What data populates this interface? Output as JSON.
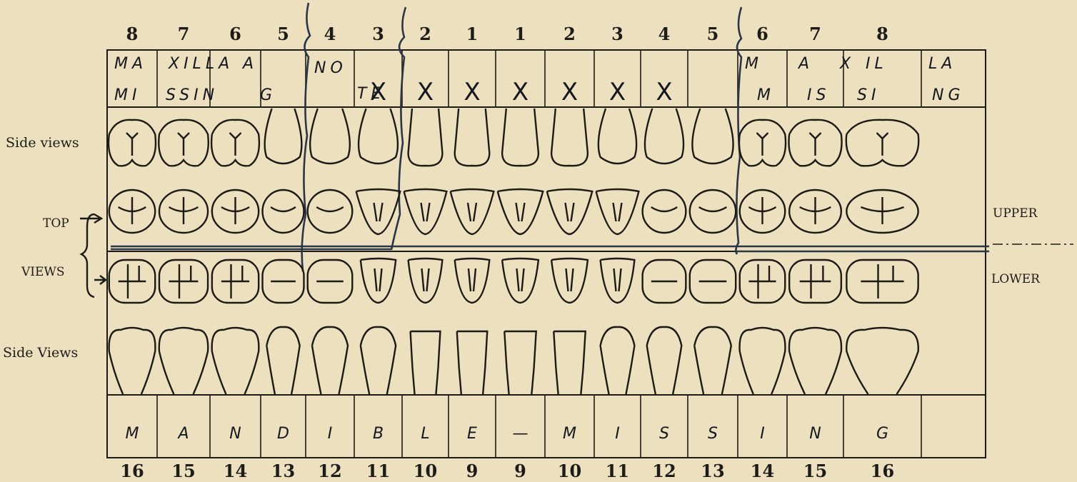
{
  "upper_numbers": [
    "8",
    "7",
    "6",
    "5",
    "4",
    "3",
    "2",
    "1",
    "1",
    "2",
    "3",
    "4",
    "5",
    "6",
    "7",
    "8"
  ],
  "lower_numbers": [
    "16",
    "15",
    "14",
    "13",
    "12",
    "11",
    "10",
    "9",
    "9",
    "10",
    "11",
    "12",
    "13",
    "14",
    "15",
    "16"
  ],
  "labels": {
    "side_views_upper": "Side views",
    "side_views_lower": "Side Views",
    "top": "TOP",
    "views": "VIEWS",
    "upper": "UPPER",
    "lower": "LOWER"
  },
  "upper_notes": {
    "row1": [
      "MA",
      "XILLA",
      "A",
      "NO",
      "X",
      "M",
      "A",
      "X",
      "IL",
      "LA"
    ],
    "row2": [
      "MI",
      "SSIN",
      "G",
      "TE",
      "M",
      "IS",
      "SI",
      "NG"
    ],
    "marks": [
      "X",
      "X",
      "X",
      "X",
      "X",
      "X",
      "X"
    ]
  },
  "lower_notes": [
    "M",
    "A",
    "N",
    "D",
    "I",
    "B",
    "L",
    "E",
    "—",
    "M",
    "I",
    "S",
    "S",
    "I",
    "N",
    "G"
  ],
  "colors": {
    "paper": "#ede0bf",
    "ink": "#1c1a16",
    "pen": "#2a3548"
  }
}
